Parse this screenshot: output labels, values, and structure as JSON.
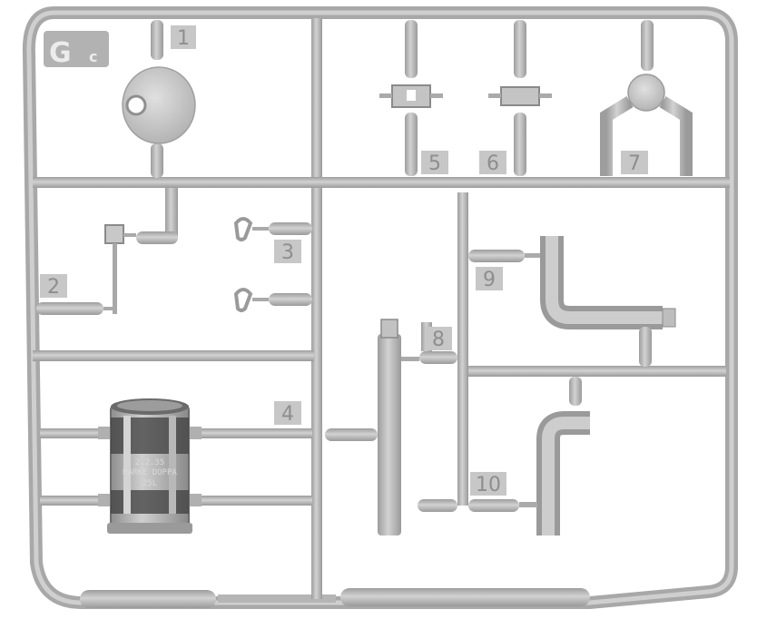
{
  "sprue": {
    "code_letter": "G",
    "code_suffix": "c",
    "part_numbers": [
      "1",
      "2",
      "3",
      "4",
      "5",
      "6",
      "7",
      "8",
      "9",
      "10"
    ],
    "engraving": [
      "2.2.35",
      "MARKE DOPPA",
      "25L"
    ]
  },
  "colors": {
    "plastic": "#bdbdbd",
    "plastic_dark": "#8f8f8f",
    "plastic_light": "#d6d6d6",
    "metal_band": "#3a3a3a",
    "background": "#ffffff"
  }
}
